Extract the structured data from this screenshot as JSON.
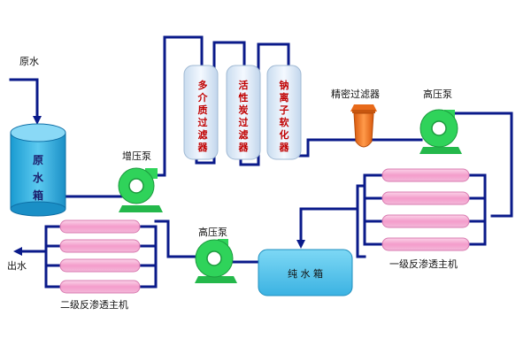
{
  "labels": {
    "raw_water_in": "原水",
    "raw_tank": [
      "原",
      "水",
      "箱"
    ],
    "booster_pump": "增压泵",
    "multimedia_filter": [
      "多",
      "介",
      "质",
      "过",
      "滤",
      "器"
    ],
    "carbon_filter": [
      "活",
      "性",
      "炭",
      "过",
      "滤",
      "器"
    ],
    "softener": [
      "钠",
      "离",
      "子",
      "软",
      "化",
      "器"
    ],
    "precision_filter": "精密过滤器",
    "high_pressure_pump_1": "高压泵",
    "ro_stage1": "一级反渗透主机",
    "pure_tank": "纯 水 箱",
    "high_pressure_pump_2": "高压泵",
    "ro_stage2": "二级反渗透主机",
    "water_out": "出水"
  },
  "colors": {
    "pipe": "#0a1a8a",
    "pump_body": "#2fd35a",
    "tank_water": "#3fb9e6",
    "filter_bg": "#e7f1fb",
    "membrane": "#f6a9d2",
    "precision_filter": "#f07a22",
    "vertical_text": "#c00000"
  }
}
